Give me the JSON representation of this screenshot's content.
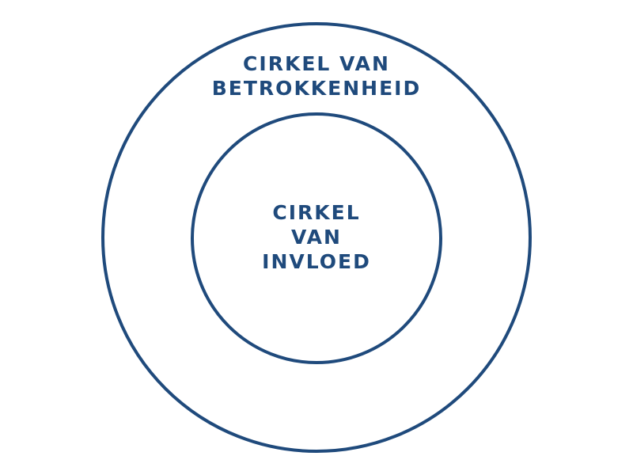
{
  "outer_circle": {
    "label_lines": [
      "CIRKEL VAN",
      "BETROKKENHEID"
    ]
  },
  "inner_circle": {
    "label_lines": [
      "CIRKEL",
      "VAN",
      "INVLOED"
    ]
  },
  "colors": {
    "stroke": "#1f4a7c",
    "text": "#1f4a7c",
    "background": "#ffffff"
  }
}
